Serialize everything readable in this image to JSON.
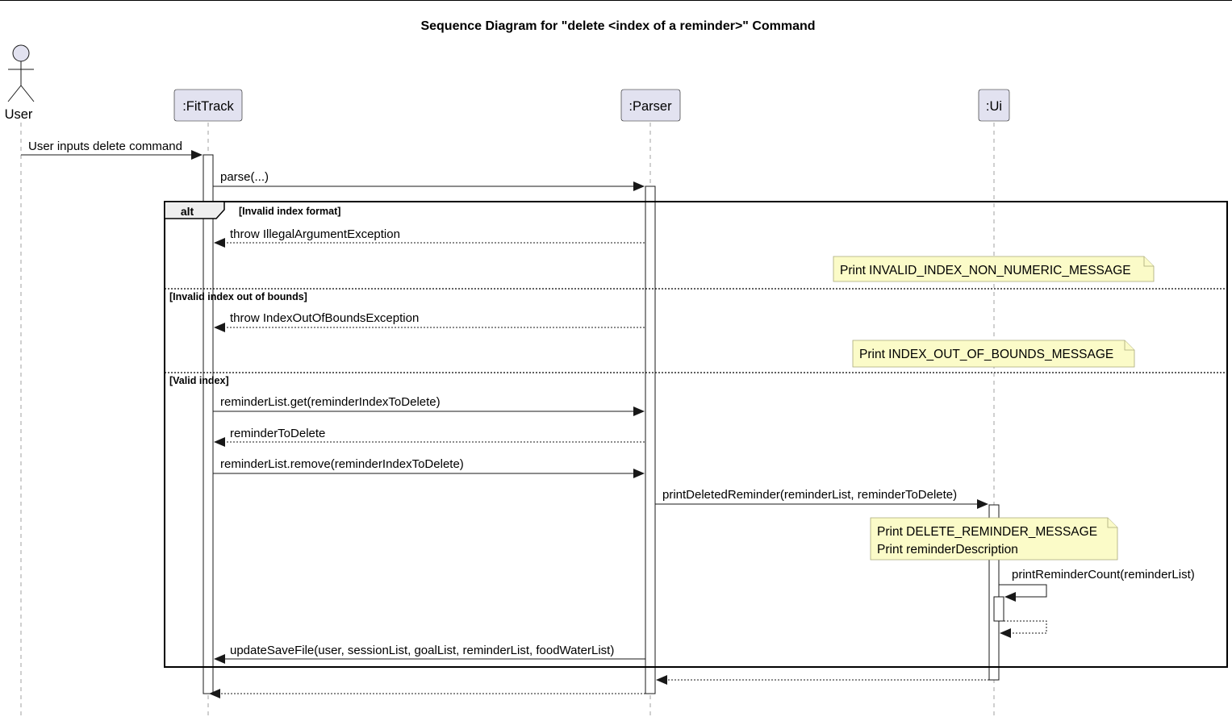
{
  "title": "Sequence Diagram for \"delete <index of a reminder>\" Command",
  "actor": {
    "label": "User"
  },
  "participants": [
    {
      "id": "fittrack",
      "label": ":FitTrack"
    },
    {
      "id": "parser",
      "label": ":Parser"
    },
    {
      "id": "ui",
      "label": ":Ui"
    }
  ],
  "alt": {
    "label": "alt",
    "guards": [
      "[Invalid index format]",
      "[Invalid index out of bounds]",
      "[Valid index]"
    ]
  },
  "messages": [
    {
      "from": "user",
      "to": "fittrack",
      "label": "User inputs delete command",
      "style": "solid"
    },
    {
      "from": "fittrack",
      "to": "parser",
      "label": "parse(...)",
      "style": "solid"
    },
    {
      "from": "parser",
      "to": "fittrack",
      "label": "throw IllegalArgumentException",
      "style": "dashed"
    },
    {
      "from": "parser",
      "to": "fittrack",
      "label": "throw IndexOutOfBoundsException",
      "style": "dashed"
    },
    {
      "from": "fittrack",
      "to": "parser",
      "label": "reminderList.get(reminderIndexToDelete)",
      "style": "solid"
    },
    {
      "from": "parser",
      "to": "fittrack",
      "label": "reminderToDelete",
      "style": "dashed"
    },
    {
      "from": "fittrack",
      "to": "parser",
      "label": "reminderList.remove(reminderIndexToDelete)",
      "style": "solid"
    },
    {
      "from": "parser",
      "to": "ui",
      "label": "printDeletedReminder(reminderList, reminderToDelete)",
      "style": "solid"
    },
    {
      "from": "ui",
      "to": "ui",
      "label": "printReminderCount(reminderList)",
      "style": "solid"
    },
    {
      "from": "ui",
      "to": "ui",
      "label": "",
      "style": "dashed"
    },
    {
      "from": "parser",
      "to": "fittrack",
      "label": "updateSaveFile(user, sessionList, goalList, reminderList, foodWaterList)",
      "style": "solid"
    },
    {
      "from": "ui",
      "to": "parser",
      "label": "",
      "style": "dashed"
    },
    {
      "from": "parser",
      "to": "fittrack",
      "label": "",
      "style": "dashed"
    }
  ],
  "notes": [
    {
      "lines": [
        "Print INVALID_INDEX_NON_NUMERIC_MESSAGE"
      ]
    },
    {
      "lines": [
        "Print INDEX_OUT_OF_BOUNDS_MESSAGE"
      ]
    },
    {
      "lines": [
        "Print DELETE_REMINDER_MESSAGE",
        "Print reminderDescription"
      ]
    }
  ],
  "colors": {
    "participant_fill": "#e2e2f0",
    "note_fill": "#fbfbc8",
    "lifeline": "#a0a0a0",
    "alt_tab_fill": "#eeeeee"
  }
}
